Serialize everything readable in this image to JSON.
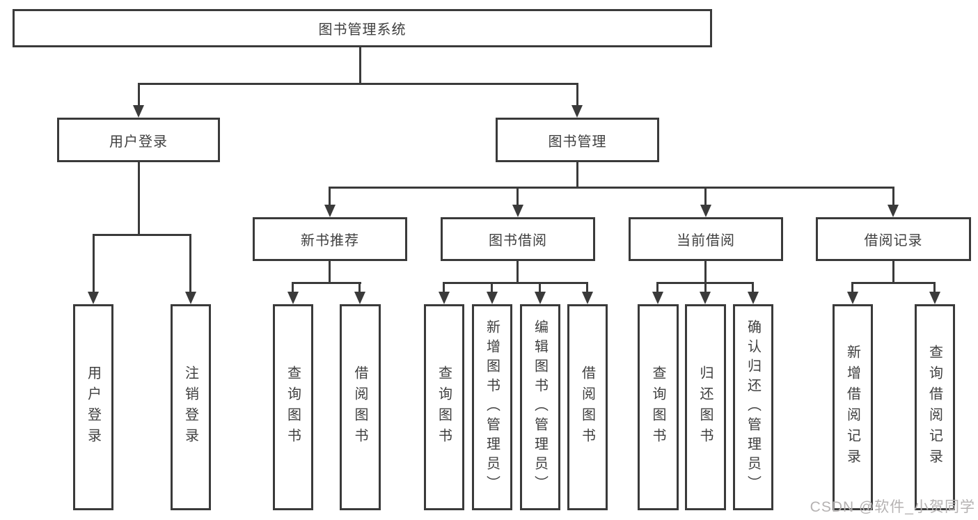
{
  "colors": {
    "line": "#3a3a3a",
    "box_border": "#3a3a3a",
    "box_fill": "#ffffff",
    "text": "#3f3f3f",
    "watermark_text": "#b5b2b2"
  },
  "tree": {
    "root": "图书管理系统",
    "branches": [
      {
        "label": "用户登录",
        "children": [
          "用户登录",
          "注销登录"
        ]
      },
      {
        "label": "图书管理",
        "groups": [
          {
            "label": "新书推荐",
            "children": [
              "查询图书",
              "借阅图书"
            ]
          },
          {
            "label": "图书借阅",
            "children": [
              "查询图书",
              "新增图书（管理员）",
              "编辑图书（管理员）",
              "借阅图书"
            ]
          },
          {
            "label": "当前借阅",
            "children": [
              "查询图书",
              "归还图书",
              "确认归还（管理员）"
            ]
          },
          {
            "label": "借阅记录",
            "children": [
              "新增借阅记录",
              "查询借阅记录"
            ]
          }
        ]
      }
    ]
  },
  "watermark": "CSDN @软件_小贺同学"
}
